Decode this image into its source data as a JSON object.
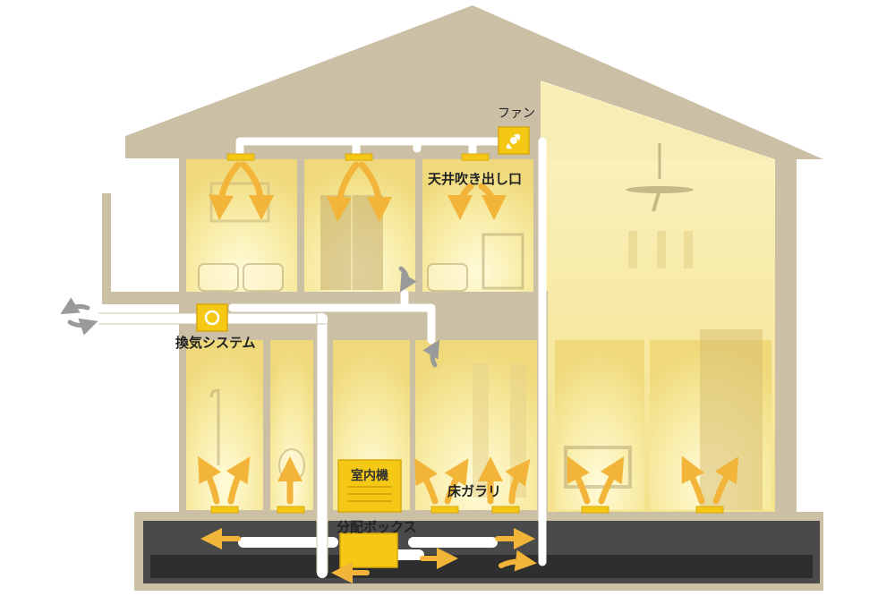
{
  "labels": {
    "fan": "ファン",
    "ceiling_outlet": "天井吹き出し口",
    "ventilation_system": "換気システム",
    "indoor_unit": "室内機",
    "floor_grille": "床ガラリ",
    "distribution_box": "分配ボックス"
  },
  "colors": {
    "house_wall": "#cbbfa6",
    "room_light": "#f7eaa0",
    "duct": "#ffffff",
    "equipment_yellow": "#f5c816",
    "airflow_arrow": "#f2b53a",
    "outdoor_arrow": "#9a9a9a",
    "crawlspace": "#4a4a4a"
  }
}
